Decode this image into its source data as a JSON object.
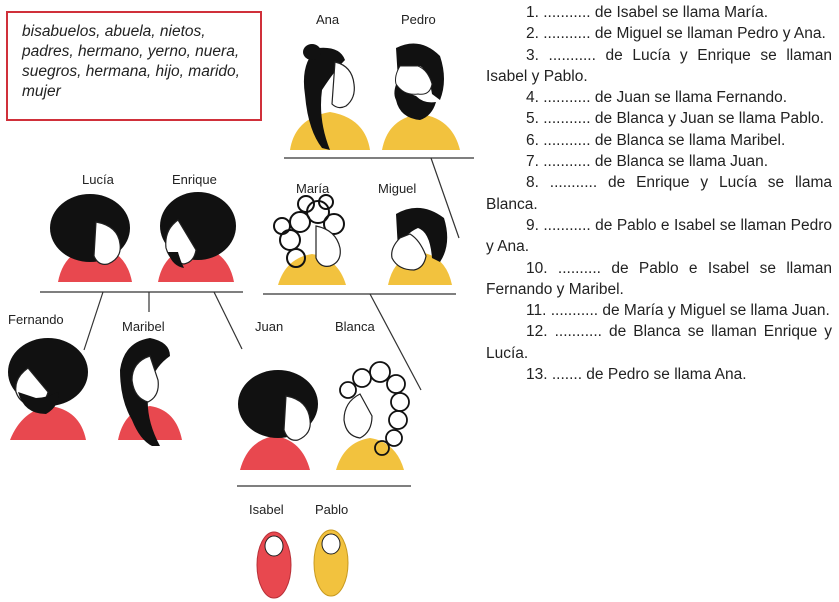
{
  "word_box": {
    "text": "bisabuelos, abuela, nietos, padres, hermano, yerno, nuera, suegros, hermana, hijo, marido, mujer"
  },
  "people": {
    "ana": "Ana",
    "pedro": "Pedro",
    "lucia": "Lucía",
    "enrique": "Enrique",
    "maria": "María",
    "miguel": "Miguel",
    "fernando": "Fernando",
    "maribel": "Maribel",
    "juan": "Juan",
    "blanca": "Blanca",
    "isabel": "Isabel",
    "pablo": "Pablo"
  },
  "colors": {
    "red_shirt": "#e8484f",
    "yellow_shirt": "#f2c23e",
    "hair": "#111111",
    "box_border": "#d0303a"
  },
  "exercises": [
    "1. ........... de Isabel se llama María.",
    "2. ........... de Miguel se llaman Pedro y Ana.",
    "3. ........... de Lucía y Enrique se llaman Isabel y Pablo.",
    "4. ........... de Juan se llama Fernando.",
    "5. ........... de Blanca y Juan se llama Pablo.",
    "6. ........... de Blanca se llama Maribel.",
    "7. ........... de Blanca se llama Juan.",
    "8. ........... de Enrique y Lucía se llama Blanca.",
    "9. ........... de Pablo e Isabel se llaman Pedro y Ana.",
    "10. .......... de Pablo e Isabel se llaman Fernando y Maribel.",
    "11. ........... de María y Miguel se llama Juan.",
    "12. ........... de Blanca se llaman Enrique y Lucía.",
    "13. ....... de Pedro se llama Ana."
  ]
}
